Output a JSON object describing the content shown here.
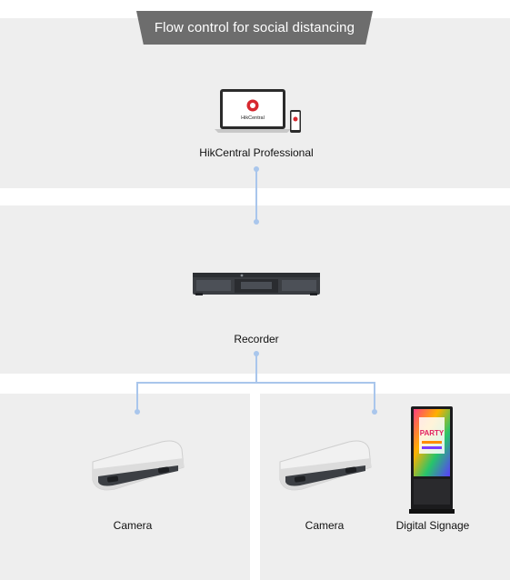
{
  "header": {
    "title": "Flow control for social distancing"
  },
  "nodes": {
    "management": {
      "label": "HikCentral Professional",
      "screen_brand": "HikCentral"
    },
    "recorder": {
      "label": "Recorder"
    },
    "camera_left": {
      "label": "Camera"
    },
    "camera_right": {
      "label": "Camera"
    },
    "signage": {
      "label": "Digital Signage",
      "screen_text": [
        "PARTY"
      ]
    }
  },
  "colors": {
    "panel": "#eeeeee",
    "title_bg": "#6d6d6d",
    "connector": "#a9c6ec",
    "brand_red": "#d7282f"
  }
}
